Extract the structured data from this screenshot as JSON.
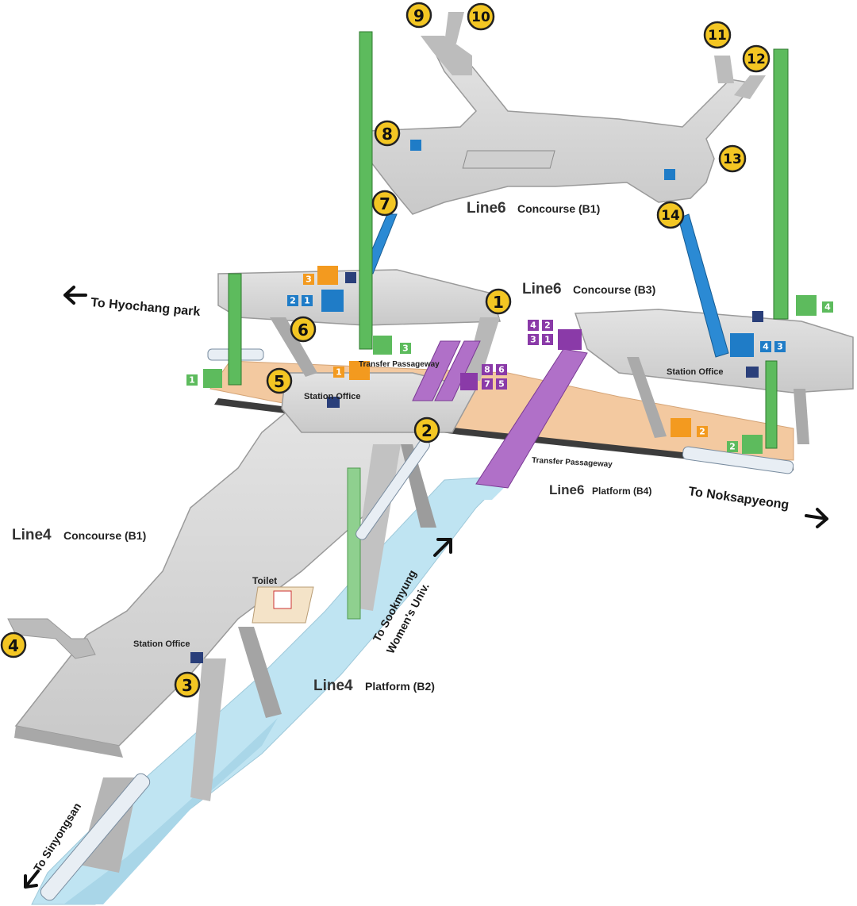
{
  "labels": {
    "line6_b1": "Line6",
    "line6_b1_sub": "Concourse (B1)",
    "line6_b3": "Line6",
    "line6_b3_sub": "Concourse (B3)",
    "line6_b4": "Line6",
    "line6_b4_sub": "Platform (B4)",
    "line4_b1": "Line4",
    "line4_b1_sub": "Concourse (B1)",
    "line4_b2": "Line4",
    "line4_b2_sub": "Platform (B2)",
    "station_office_1": "Station Office",
    "station_office_2": "Station Office",
    "station_office_3": "Station Office",
    "transfer_passageway_1": "Transfer Passageway",
    "transfer_passageway_2": "Transfer Passageway",
    "toilet": "Toilet"
  },
  "directions": {
    "hyochang": "To Hyochang park",
    "noksapyeong": "To Noksapyeong",
    "sookmyung": "To Sookmyung",
    "sookmyung2": "Women's Univ.",
    "sinyongsan": "To Sinyongsan"
  },
  "exits": [
    "1",
    "2",
    "3",
    "4",
    "5",
    "6",
    "7",
    "8",
    "9",
    "10",
    "11",
    "12",
    "13",
    "14"
  ],
  "small_numbers": {
    "g1": "1",
    "g2": "2",
    "g3": "3",
    "g4": "4",
    "o1": "1",
    "o2": "2",
    "o3": "3",
    "b1": "1",
    "b2": "2",
    "b3": "3",
    "b4": "4",
    "p1": "1",
    "p2": "2",
    "p3": "3",
    "p4": "4",
    "p5": "5",
    "p6": "6",
    "p7": "7",
    "p8": "8"
  },
  "colors": {
    "exit": "#f3c623",
    "elevator": "#3aa23a",
    "escalator_blue": "#1f7cc7",
    "transfer_purple": "#8a3aa8",
    "platform_b4": "#f3c9a0",
    "platform_b2": "#bfe4f2",
    "concourse": "#d6d6d6"
  }
}
